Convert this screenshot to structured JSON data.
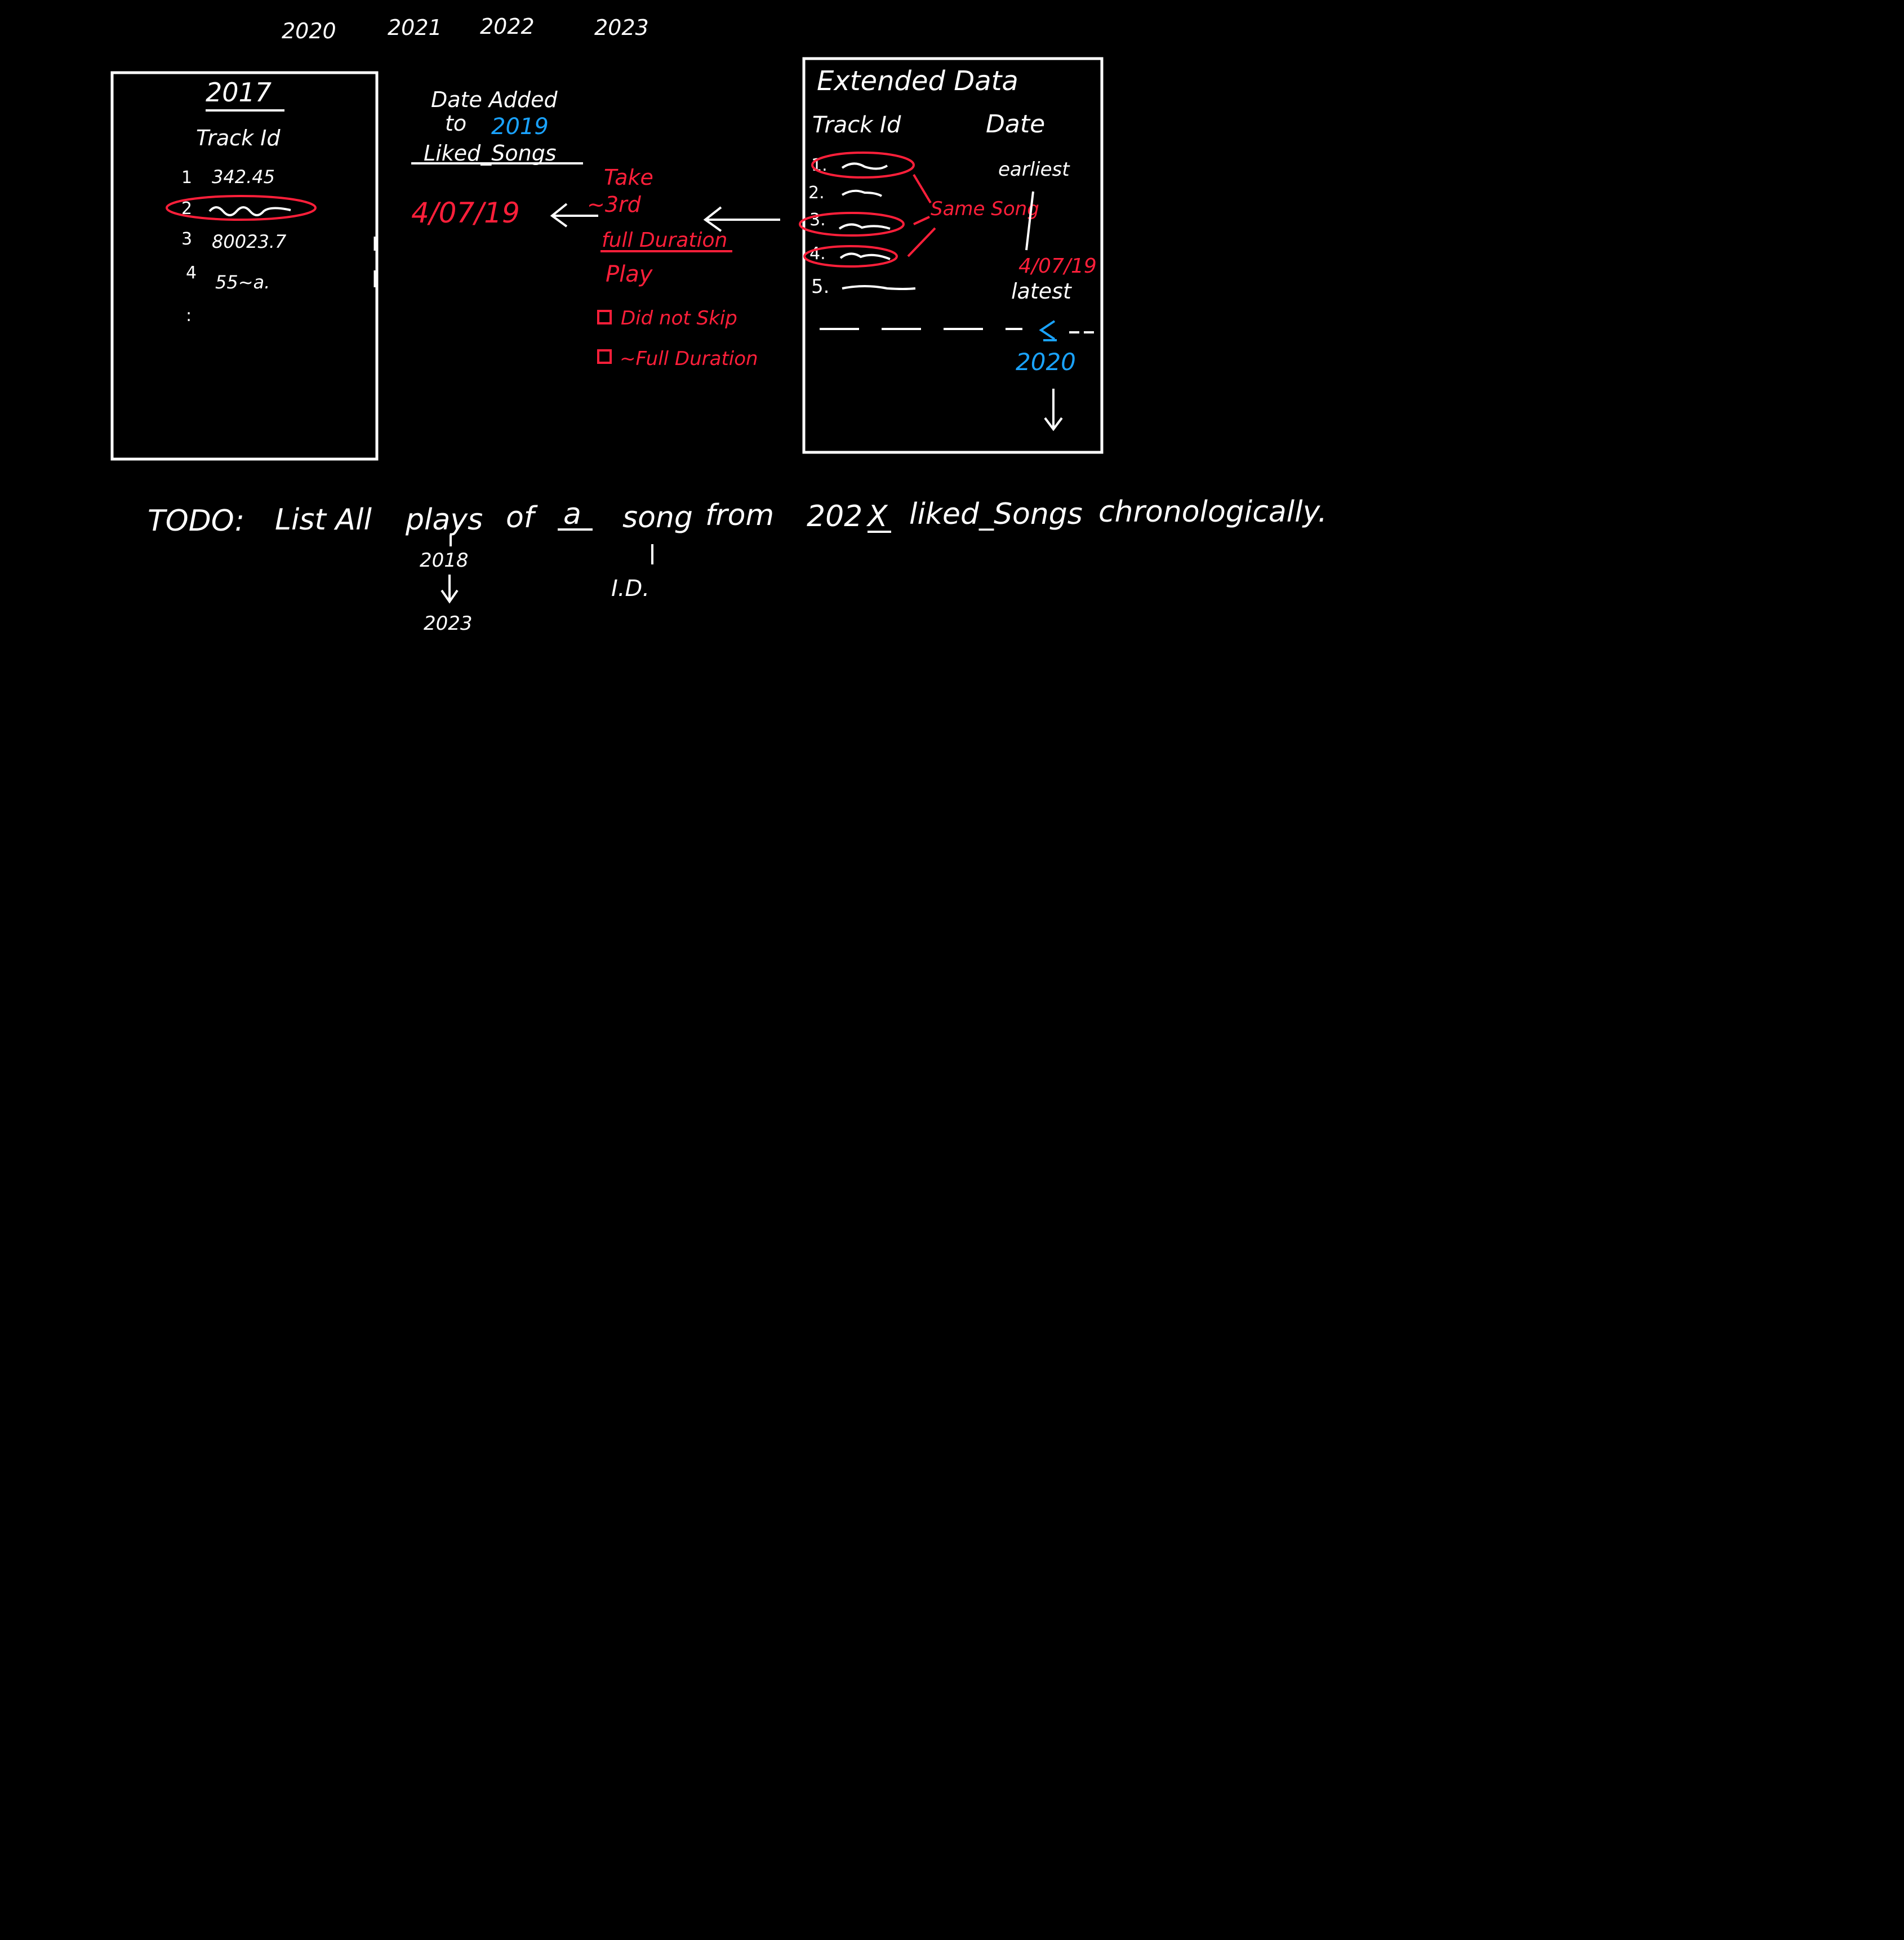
{
  "colors": {
    "ink": "#ffffff",
    "red": "#ff1f3a",
    "blue": "#1aa3ff",
    "background": "#000000"
  },
  "years_row": [
    "2020",
    "2021",
    "2022",
    "2023"
  ],
  "left_box": {
    "title": "2017",
    "column_header": "Track Id",
    "rows": [
      {
        "index": "1",
        "value": "342.45"
      },
      {
        "index": "2",
        "value": "~~~"
      },
      {
        "index": "3",
        "value": "80023.7"
      },
      {
        "index": "4",
        "value": "55~a."
      },
      {
        "index": ":",
        "value": ""
      }
    ]
  },
  "date_added": {
    "line1": "Date Added",
    "line2_prefix": "to",
    "line2_year": "2019",
    "line3": "Liked_Songs"
  },
  "red_notes": {
    "date": "4/07/19",
    "take": "Take",
    "approx_third": "~3rd",
    "full_duration": "full Duration",
    "play": "Play",
    "checkbox_1": "Did not Skip",
    "checkbox_2": "~Full Duration",
    "same_song": "Same Song"
  },
  "right_box": {
    "title": "Extended Data",
    "col_track": "Track Id",
    "col_date": "Date",
    "rows": [
      "1.",
      "2.",
      "3.",
      "4.",
      "5."
    ],
    "earliest": "earliest",
    "red_date": "4/07/19",
    "latest": "latest",
    "year_marker": "2020"
  },
  "todo": {
    "label": "TODO:",
    "text_1": "List All",
    "plays": "plays",
    "of": "of",
    "a": "a",
    "song": "song",
    "from": "from",
    "year_prefix": "202",
    "year_suffix": "X",
    "liked_songs": "liked_Songs",
    "chronologically": "chronologically.",
    "range_start": "2018",
    "range_end": "2023",
    "id_label": "I.D."
  }
}
